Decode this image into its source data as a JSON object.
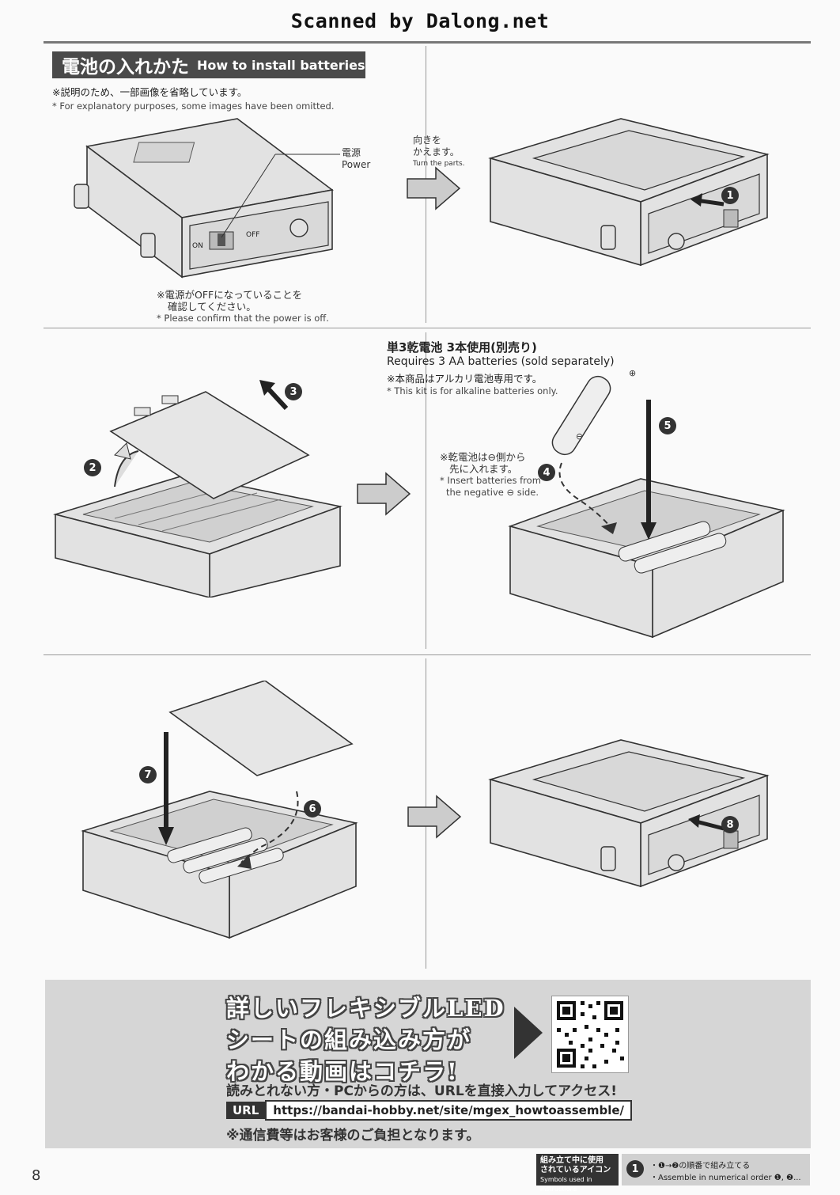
{
  "scanner_text": "Scanned by Dalong.net",
  "title": {
    "jp": "電池の入れかた",
    "en": "How to install batteries"
  },
  "omit_note": {
    "jp": "※説明のため、一部画像を省略しています。",
    "en": "* For explanatory purposes, some images have been omitted."
  },
  "power_label": {
    "jp": "電源",
    "en": "Power"
  },
  "switch_labels": {
    "on": "ON",
    "off": "OFF"
  },
  "turn_note": {
    "jp_line1": "向きを",
    "jp_line2": "かえます。",
    "en": "Turn the parts."
  },
  "power_confirm": {
    "jp_line1": "※電源がOFFになっていることを",
    "jp_line2": "確認してください。",
    "en": "* Please confirm that the power is off."
  },
  "battery_req": {
    "jp": "単3乾電池 3本使用(別売り)",
    "en": "Requires 3 AA batteries (sold separately)",
    "note_jp": "※本商品はアルカリ電池専用です。",
    "note_en": "* This kit is for alkaline batteries only."
  },
  "insert_note": {
    "jp_line1": "※乾電池は⊖側から",
    "jp_line2": "先に入れます。",
    "en_line1": "* Insert batteries from",
    "en_line2": "the negative ⊖ side."
  },
  "steps": [
    "1",
    "2",
    "3",
    "4",
    "5",
    "6",
    "7",
    "8"
  ],
  "banner": {
    "big_line1": "詳しいフレキシブルLED",
    "big_line2": "シートの組み込み方が",
    "big_line3": "わかる動画はコチラ!",
    "line": "読みとれない方・PCからの方は、URLを直接入力してアクセス!",
    "url_label": "URL",
    "url": "https://bandai-hobby.net/site/mgex_howtoassemble/",
    "fee_note": "※通信費等はお客様のご負担となります。"
  },
  "page_number": "8",
  "legend": {
    "jp_line1": "組み立て中に使用",
    "jp_line2": "されているアイコン",
    "en": "Symbols used in instructions",
    "badge": "1",
    "order_jp": "・❶→❷の順番で組み立てる",
    "order_en": "・Assemble in numerical order ❶, ❷..."
  },
  "colors": {
    "banner_bg": "#d6d6d6",
    "title_bg": "#4a4a4a",
    "dark": "#333333"
  }
}
